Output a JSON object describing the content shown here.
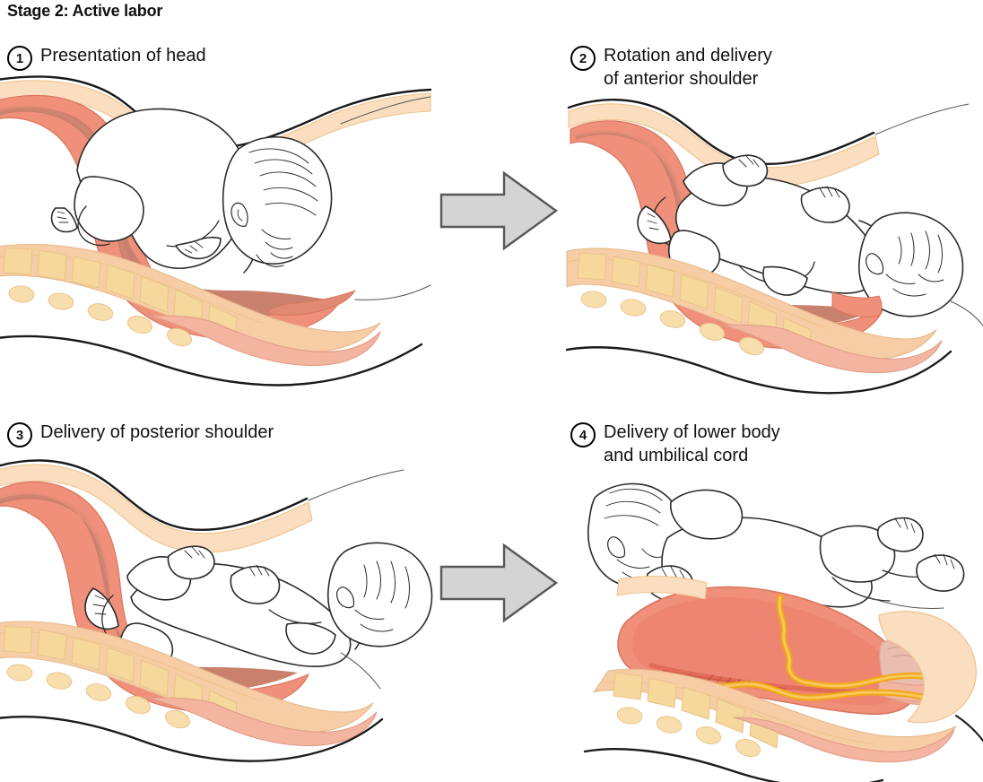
{
  "title": "Stage 2: Active labor",
  "panels": [
    {
      "number": "1",
      "label": "Presentation of head",
      "illustration": "fetus-head-down-in-uterus"
    },
    {
      "number": "2",
      "label": "Rotation and delivery\nof anterior shoulder",
      "illustration": "fetus-head-delivered-rotating"
    },
    {
      "number": "3",
      "label": "Delivery of posterior shoulder",
      "illustration": "fetus-shoulders-delivered"
    },
    {
      "number": "4",
      "label": "Delivery of lower body\nand umbilical cord",
      "illustration": "newborn-delivered-with-cord"
    }
  ],
  "arrows": [
    {
      "name": "arrow-step-1-to-2",
      "direction": "right"
    },
    {
      "name": "arrow-step-3-to-4",
      "direction": "right"
    }
  ],
  "colors": {
    "outline": "#1a1a1a",
    "uterus_wall": "#f0907a",
    "uterus_wall_light": "#f4a890",
    "uterus_interior": "#c9806c",
    "uterus_interior_light": "#e08a74",
    "abdominal_wall": "#fbddc0",
    "abdominal_wall_mid": "#f7cda6",
    "vertebrae": "#f6d79c",
    "vertebrae_edge": "#eec489",
    "skin_pink": "#f3b5a0",
    "fetus_fill": "#ffffff",
    "fetus_line": "#2b2b2b",
    "umbilical_cord": "#f0a818",
    "umbilical_cord_light": "#f8c85a",
    "placenta": "#e9bdb0",
    "arrow_fill": "#d4d4d4",
    "arrow_stroke": "#585858",
    "text": "#111111"
  }
}
